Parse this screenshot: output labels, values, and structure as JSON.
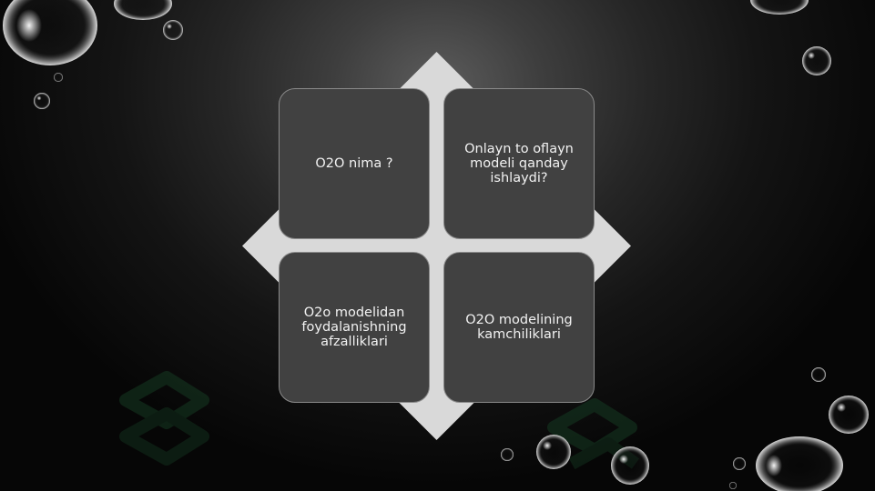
{
  "slide": {
    "background": "#1c1c1c",
    "accent_diamond_color": "#d9d9d9",
    "box_fill": "#414141",
    "box_border": "#8a8a8a",
    "text_color": "#f2f2f2"
  },
  "cycle": {
    "items": [
      {
        "label": "O2O nima ?"
      },
      {
        "label": "Onlayn to oflayn modeli qanday ishlaydi?"
      },
      {
        "label": "O2o modelidan foydalanishning afzalliklari"
      },
      {
        "label": "O2O modelining kamchiliklari"
      }
    ]
  },
  "decor": {
    "bubble_icon": "water-drop-icon",
    "watermark_icon": "chevron-watermark-icon"
  }
}
